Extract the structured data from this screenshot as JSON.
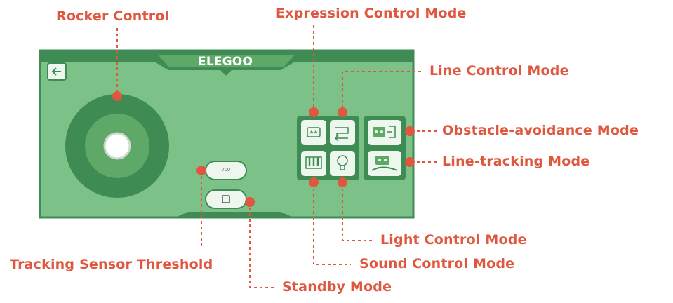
{
  "app": {
    "brand": "ELEGOO",
    "threshold_value": "700"
  },
  "labels": {
    "rocker_control": "Rocker Control",
    "expression_control_mode": "Expression Control Mode",
    "line_control_mode": "Line Control Mode",
    "obstacle_avoidance_mode": "Obstacle-avoidance Mode",
    "line_tracking_mode": "Line-tracking Mode",
    "light_control_mode": "Light Control Mode",
    "sound_control_mode": "Sound Control Mode",
    "tracking_sensor_threshold": "Tracking Sensor Threshold",
    "standby_mode": "Standby Mode"
  },
  "icons": {
    "back": "back-arrow-icon",
    "expression": "face-icon",
    "line_control": "route-icon",
    "sound": "piano-keys-icon",
    "light": "bulb-icon",
    "obstacle": "robot-obstacle-icon",
    "tracking": "robot-track-icon",
    "standby": "square-stop-icon"
  },
  "colors": {
    "panel": "#7cc288",
    "panel_dark": "#3e8c54",
    "button_bg": "#eef7ee",
    "accent": "#e0573f"
  }
}
